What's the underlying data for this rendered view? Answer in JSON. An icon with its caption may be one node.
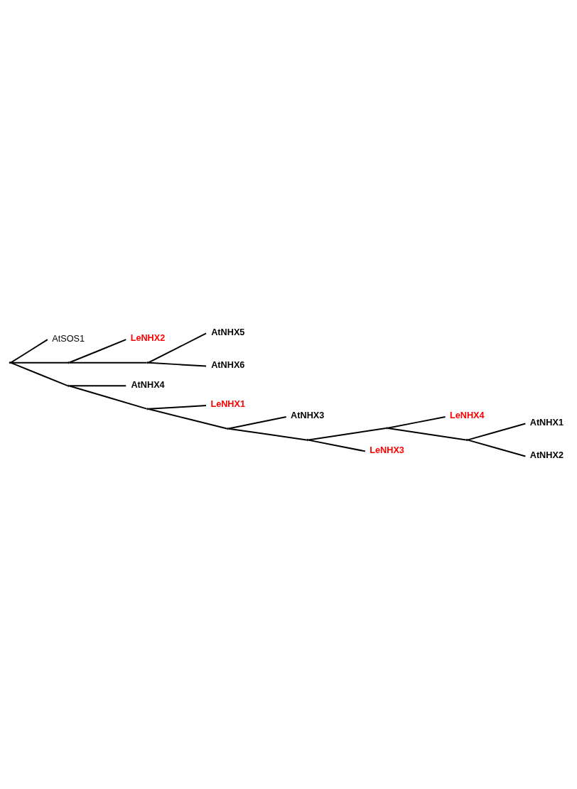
{
  "diagram": {
    "nodes": [
      {
        "text": [],
        "shape": "point"
      },
      {
        "text": [
          "AtSOS1"
        ]
      },
      {
        "text": [],
        "shape": "point"
      },
      {
        "text": [
          "LeNHX2"
        ]
      },
      {
        "text": [],
        "shape": "point"
      },
      {
        "text": [
          "AtNHX5"
        ]
      },
      {
        "text": [
          "AtNHX6"
        ]
      },
      {
        "text": [],
        "shape": "point"
      },
      {
        "text": [
          "AtNHX4"
        ]
      },
      {
        "text": [],
        "shape": "point"
      },
      {
        "text": [
          "LeNHX1"
        ]
      },
      {
        "text": [],
        "shape": "point"
      },
      {
        "text": [
          "AtNHX3"
        ]
      },
      {
        "text": [],
        "shape": "point"
      },
      {
        "text": [],
        "shape": "point"
      },
      {
        "text": [
          "LeNHX4"
        ]
      },
      {
        "text": [],
        "shape": "point"
      },
      {
        "text": [
          "AtNHX1"
        ]
      },
      {
        "text": [
          "AtNHX2"
        ]
      },
      {
        "text": [
          "LeNHX3"
        ]
      }
    ],
    "edges": [
      {
        "from": 0,
        "to": 1,
        "arrow": "none"
      },
      {
        "from": 0,
        "to": 2,
        "arrow": "none"
      },
      {
        "from": 2,
        "to": 3,
        "arrow": "none"
      },
      {
        "from": 2,
        "to": 4,
        "arrow": "none"
      },
      {
        "from": 4,
        "to": 5,
        "arrow": "none"
      },
      {
        "from": 4,
        "to": 6,
        "arrow": "none"
      },
      {
        "from": 0,
        "to": 7,
        "arrow": "none"
      },
      {
        "from": 7,
        "to": 8,
        "arrow": "none"
      },
      {
        "from": 7,
        "to": 9,
        "arrow": "none"
      },
      {
        "from": 9,
        "to": 10,
        "arrow": "none"
      },
      {
        "from": 9,
        "to": 11,
        "arrow": "none"
      },
      {
        "from": 11,
        "to": 12,
        "arrow": "none"
      },
      {
        "from": 11,
        "to": 13,
        "arrow": "none"
      },
      {
        "from": 13,
        "to": 14,
        "arrow": "none"
      },
      {
        "from": 14,
        "to": 15,
        "arrow": "none"
      },
      {
        "from": 14,
        "to": 16,
        "arrow": "none"
      },
      {
        "from": 16,
        "to": 17,
        "arrow": "none"
      },
      {
        "from": 16,
        "to": 18,
        "arrow": "none"
      },
      {
        "from": 13,
        "to": 19,
        "arrow": "none"
      }
    ]
  }
}
